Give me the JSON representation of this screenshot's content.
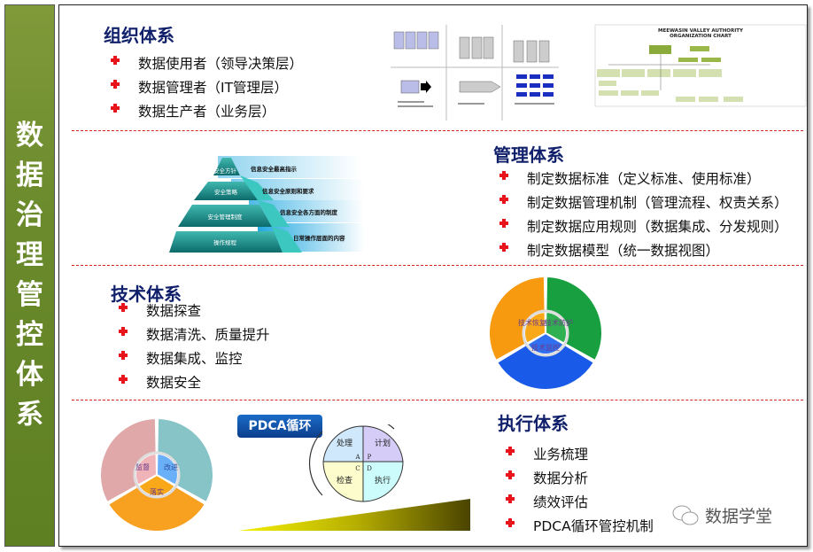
{
  "sidebar": {
    "chars": [
      "数",
      "据",
      "治",
      "理",
      "管",
      "控",
      "体",
      "系"
    ]
  },
  "sections": {
    "org": {
      "title": "组织体系",
      "items": [
        "数据使用者（领导决策层）",
        "数据管理者（IT管理层）",
        "数据生产者（业务层）"
      ]
    },
    "mgmt": {
      "title": "管理体系",
      "items": [
        "制定数据标准（定义标准、使用标准）",
        "制定数据管理机制（管理流程、权责关系）",
        "制定数据应用规则（数据集成、分发规则）",
        "制定数据模型（统一数据视图）"
      ]
    },
    "tech": {
      "title": "技术体系",
      "items": [
        "数据探查",
        "数据清洗、质量提升",
        "数据集成、监控",
        "数据安全"
      ]
    },
    "exec": {
      "title": "执行体系",
      "items": [
        "业务梳理",
        "数据分析",
        "绩效评估",
        "PDCA循环管控机制"
      ]
    }
  },
  "org_chart": {
    "title": "MEEWASIN VALLEY AUTHORITY",
    "subtitle": "ORGANIZATION CHART"
  },
  "pyramid": {
    "levels": [
      "安全方针",
      "安全策略",
      "安全管理制度",
      "操作规程"
    ],
    "descs": [
      "信息安全最高指示",
      "信息安全原则和要求",
      "信息安全各方面的制度",
      "日常操作层面的内容"
    ]
  },
  "tech_wheel": {
    "center": [
      "技术恢复",
      "技术防护",
      "技术监控"
    ]
  },
  "mgmt_wheel": {
    "center": [
      "监督",
      "改进",
      "落实"
    ]
  },
  "pdca": {
    "label": "PDCA循环",
    "quadrants": [
      "处理",
      "计划",
      "检查",
      "执行"
    ],
    "letters": [
      "A",
      "P",
      "C",
      "D"
    ]
  },
  "watermark": {
    "text": "数据学堂"
  },
  "colors": {
    "sidebar": "#6a8a2c",
    "title": "#10206a",
    "bullet": "#e8141c",
    "dash": "#d42020"
  }
}
